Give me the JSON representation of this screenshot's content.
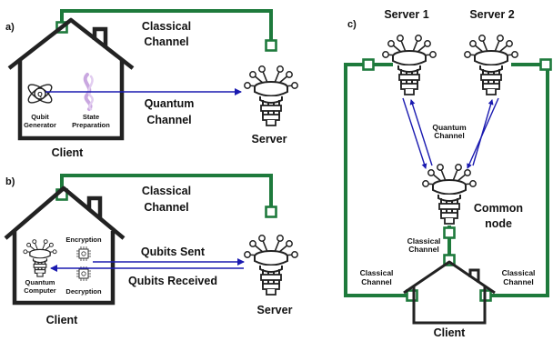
{
  "panels": {
    "a": {
      "tag": "a)",
      "classical_channel": [
        "Classical",
        "Channel"
      ],
      "quantum_channel": [
        "Quantum",
        "Channel"
      ],
      "qubit_generator": [
        "Qubit",
        "Generator"
      ],
      "state_preparation": [
        "State",
        "Preparation"
      ],
      "client": "Client",
      "server": "Server"
    },
    "b": {
      "tag": "b)",
      "classical_channel": [
        "Classical",
        "Channel"
      ],
      "encryption": "Encryption",
      "decryption": "Decryption",
      "quantum_computer": [
        "Quantum",
        "Computer"
      ],
      "qubits_sent": "Qubits Sent",
      "qubits_received": "Qubits Received",
      "client": "Client",
      "server": "Server"
    },
    "c": {
      "tag": "c)",
      "server1": "Server 1",
      "server2": "Server 2",
      "quantum_channel": [
        "Quantum",
        "Channel"
      ],
      "common_node": [
        "Common",
        "node"
      ],
      "classical_channel_center": [
        "Classical",
        "Channel"
      ],
      "classical_channel_left": [
        "Classical",
        "Channel"
      ],
      "classical_channel_right": [
        "Classical",
        "Channel"
      ],
      "client": "Client"
    }
  },
  "colors": {
    "classical_line": "#1e7a3c",
    "quantum_arrow": "#1a1ab0",
    "outline": "#222222",
    "molecule": "#c9a7e0"
  },
  "icons": [
    "house-icon",
    "quantum-computer-icon",
    "atom-icon",
    "chip-icon"
  ]
}
